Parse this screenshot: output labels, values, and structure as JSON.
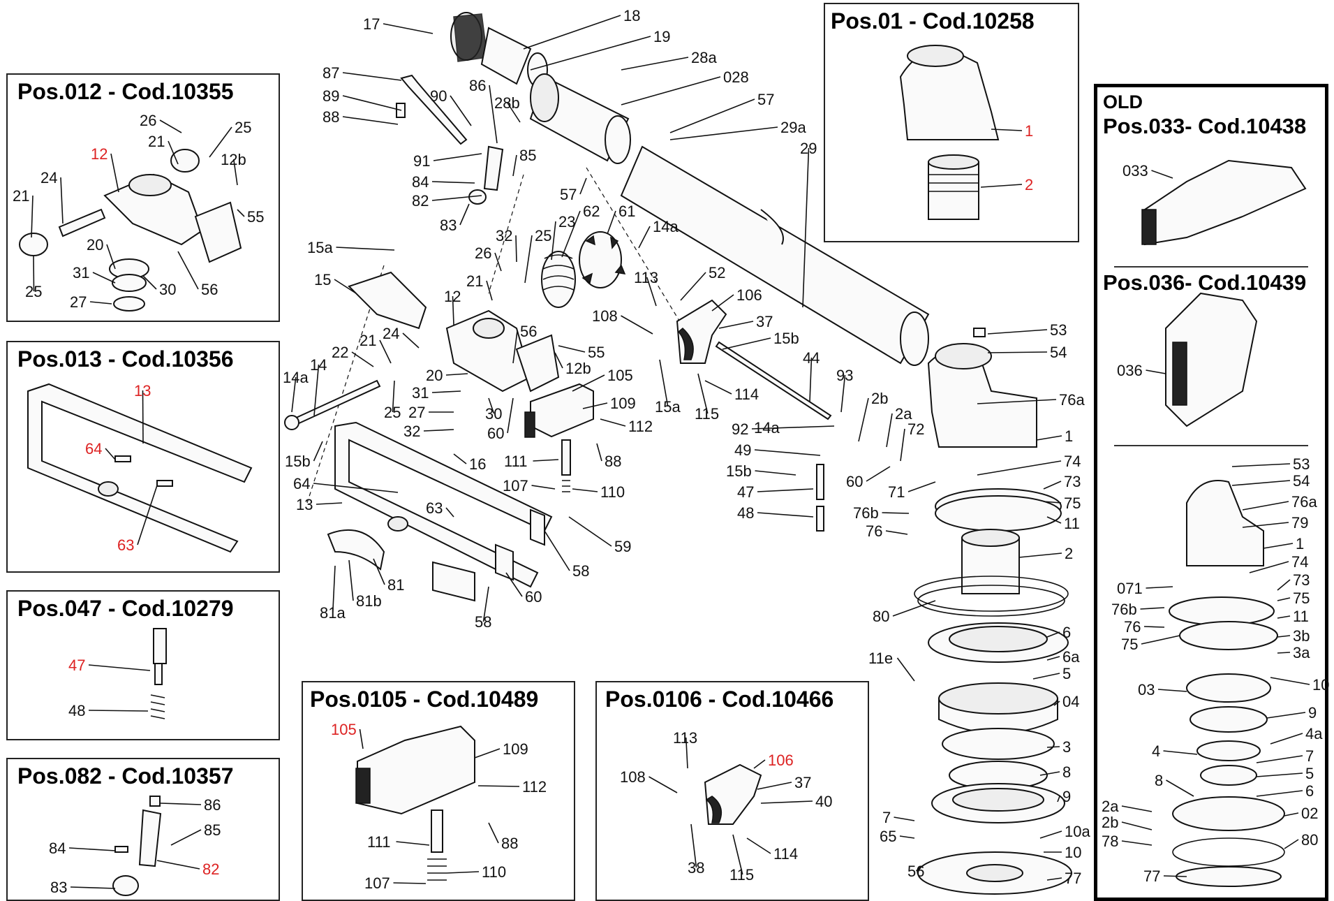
{
  "boxes": {
    "pos01": "Pos.01 - Cod.10258",
    "pos012": "Pos.012 - Cod.10355",
    "pos013": "Pos.013 - Cod.10356",
    "pos047": "Pos.047 - Cod.10279",
    "pos082": "Pos.082 - Cod.10357",
    "pos0105": "Pos.0105 - Cod.10489",
    "pos0106": "Pos.0106 - Cod.10466",
    "old": "OLD",
    "pos033": "Pos.033- Cod.10438",
    "pos036": "Pos.036- Cod.10439"
  },
  "labels": [
    {
      "id": "l17",
      "text": "17",
      "red": false
    },
    {
      "id": "l18",
      "text": "18",
      "red": false
    },
    {
      "id": "l19",
      "text": "19",
      "red": false
    },
    {
      "id": "l28a",
      "text": "28a",
      "red": false
    },
    {
      "id": "l028",
      "text": "028",
      "red": false
    },
    {
      "id": "l57a",
      "text": "57",
      "red": false
    },
    {
      "id": "l29a",
      "text": "29a",
      "red": false
    },
    {
      "id": "l29",
      "text": "29",
      "red": false
    },
    {
      "id": "l87",
      "text": "87",
      "red": false
    },
    {
      "id": "l89",
      "text": "89",
      "red": false
    },
    {
      "id": "l88a",
      "text": "88",
      "red": false
    },
    {
      "id": "l90",
      "text": "90",
      "red": false
    },
    {
      "id": "l86a",
      "text": "86",
      "red": false
    },
    {
      "id": "l28b",
      "text": "28b",
      "red": false
    },
    {
      "id": "l91",
      "text": "91",
      "red": false
    },
    {
      "id": "l85a",
      "text": "85",
      "red": false
    },
    {
      "id": "l84a",
      "text": "84",
      "red": false
    },
    {
      "id": "l82a",
      "text": "82",
      "red": false
    },
    {
      "id": "l83a",
      "text": "83",
      "red": false
    },
    {
      "id": "l57b",
      "text": "57",
      "red": false
    },
    {
      "id": "l62",
      "text": "62",
      "red": false
    },
    {
      "id": "l61",
      "text": "61",
      "red": false
    },
    {
      "id": "l23",
      "text": "23",
      "red": false
    },
    {
      "id": "l32a",
      "text": "32",
      "red": false
    },
    {
      "id": "l25a",
      "text": "25",
      "red": false
    },
    {
      "id": "l26a",
      "text": "26",
      "red": false
    },
    {
      "id": "l14a1",
      "text": "14a",
      "red": false
    },
    {
      "id": "l15a1",
      "text": "15a",
      "red": false
    },
    {
      "id": "l15",
      "text": "15",
      "red": false
    },
    {
      "id": "l21a",
      "text": "21",
      "red": false
    },
    {
      "id": "l12a",
      "text": "12",
      "red": false
    },
    {
      "id": "l56a",
      "text": "56",
      "red": false
    },
    {
      "id": "l55a",
      "text": "55",
      "red": false
    },
    {
      "id": "l12b1",
      "text": "12b",
      "red": false
    },
    {
      "id": "l24a",
      "text": "24",
      "red": false
    },
    {
      "id": "l21b",
      "text": "21",
      "red": false
    },
    {
      "id": "l22",
      "text": "22",
      "red": false
    },
    {
      "id": "l14",
      "text": "14",
      "red": false
    },
    {
      "id": "l14a2",
      "text": "14a",
      "red": false
    },
    {
      "id": "l25b",
      "text": "25",
      "red": false
    },
    {
      "id": "l20a",
      "text": "20",
      "red": false
    },
    {
      "id": "l31a",
      "text": "31",
      "red": false
    },
    {
      "id": "l30a",
      "text": "30",
      "red": false
    },
    {
      "id": "l27a",
      "text": "27",
      "red": false
    },
    {
      "id": "l32b",
      "text": "32",
      "red": false
    },
    {
      "id": "l16",
      "text": "16",
      "red": false
    },
    {
      "id": "l60a",
      "text": "60",
      "red": false
    },
    {
      "id": "l15b1",
      "text": "15b",
      "red": false
    },
    {
      "id": "l64a",
      "text": "64",
      "red": false
    },
    {
      "id": "l13a",
      "text": "13",
      "red": false
    },
    {
      "id": "l63a",
      "text": "63",
      "red": false
    },
    {
      "id": "l105a",
      "text": "105",
      "red": false
    },
    {
      "id": "l109a",
      "text": "109",
      "red": false
    },
    {
      "id": "l112a",
      "text": "112",
      "red": false
    },
    {
      "id": "l88b",
      "text": "88",
      "red": false
    },
    {
      "id": "l111a",
      "text": "111",
      "red": false
    },
    {
      "id": "l107a",
      "text": "107",
      "red": false
    },
    {
      "id": "l110a",
      "text": "110",
      "red": false
    },
    {
      "id": "l59",
      "text": "59",
      "red": false
    },
    {
      "id": "l58a",
      "text": "58",
      "red": false
    },
    {
      "id": "l58b",
      "text": "58",
      "red": false
    },
    {
      "id": "l60b",
      "text": "60",
      "red": false
    },
    {
      "id": "l81",
      "text": "81",
      "red": false
    },
    {
      "id": "l81a",
      "text": "81a",
      "red": false
    },
    {
      "id": "l81b",
      "text": "81b",
      "red": false
    },
    {
      "id": "l113a",
      "text": "113",
      "red": false
    },
    {
      "id": "l52",
      "text": "52",
      "red": false
    },
    {
      "id": "l106a",
      "text": "106",
      "red": false
    },
    {
      "id": "l108a",
      "text": "108",
      "red": false
    },
    {
      "id": "l37a",
      "text": "37",
      "red": false
    },
    {
      "id": "l15b2",
      "text": "15b",
      "red": false
    },
    {
      "id": "l15a2",
      "text": "15a",
      "red": false
    },
    {
      "id": "l114a",
      "text": "114",
      "red": false
    },
    {
      "id": "l115a",
      "text": "115",
      "red": false
    },
    {
      "id": "l44",
      "text": "44",
      "red": false
    },
    {
      "id": "l93",
      "text": "93",
      "red": false
    },
    {
      "id": "l92",
      "text": "92",
      "red": false
    },
    {
      "id": "l14a3",
      "text": "14a",
      "red": false
    },
    {
      "id": "l49",
      "text": "49",
      "red": false
    },
    {
      "id": "l15b3",
      "text": "15b",
      "red": false
    },
    {
      "id": "l47a",
      "text": "47",
      "red": false
    },
    {
      "id": "l48a",
      "text": "48",
      "red": false
    },
    {
      "id": "l2b1",
      "text": "2b",
      "red": false
    },
    {
      "id": "l2a1",
      "text": "2a",
      "red": false
    },
    {
      "id": "l72",
      "text": "72",
      "red": false
    },
    {
      "id": "l60c",
      "text": "60",
      "red": false
    },
    {
      "id": "l71",
      "text": "71",
      "red": false
    },
    {
      "id": "l76b1",
      "text": "76b",
      "red": false
    },
    {
      "id": "l76a",
      "text": "76",
      "red": false
    },
    {
      "id": "l53a",
      "text": "53",
      "red": false
    },
    {
      "id": "l54a",
      "text": "54",
      "red": false
    },
    {
      "id": "l76a1",
      "text": "76a",
      "red": false
    },
    {
      "id": "l1a",
      "text": "1",
      "red": false
    },
    {
      "id": "l74a",
      "text": "74",
      "red": false
    },
    {
      "id": "l73a",
      "text": "73",
      "red": false
    },
    {
      "id": "l75a",
      "text": "75",
      "red": false
    },
    {
      "id": "l11a",
      "text": "11",
      "red": false
    },
    {
      "id": "l2c",
      "text": "2",
      "red": false
    },
    {
      "id": "l80a",
      "text": "80",
      "red": false
    },
    {
      "id": "l6a",
      "text": "6",
      "red": false
    },
    {
      "id": "l11e",
      "text": "11e",
      "red": false
    },
    {
      "id": "l6a2",
      "text": "6a",
      "red": false
    },
    {
      "id": "l5a",
      "text": "5",
      "red": false
    },
    {
      "id": "l04",
      "text": "04",
      "red": false
    },
    {
      "id": "l3a",
      "text": "3",
      "red": false
    },
    {
      "id": "l8a",
      "text": "8",
      "red": false
    },
    {
      "id": "l9a",
      "text": "9",
      "red": false
    },
    {
      "id": "l7a",
      "text": "7",
      "red": false
    },
    {
      "id": "l65",
      "text": "65",
      "red": false
    },
    {
      "id": "l56b",
      "text": "56",
      "red": false
    },
    {
      "id": "l10a2",
      "text": "10a",
      "red": false
    },
    {
      "id": "l10a",
      "text": "10",
      "red": false
    },
    {
      "id": "l77a",
      "text": "77",
      "red": false
    },
    {
      "id": "p01_1",
      "text": "1",
      "red": true
    },
    {
      "id": "p01_2",
      "text": "2",
      "red": true
    },
    {
      "id": "p012_26",
      "text": "26",
      "red": false
    },
    {
      "id": "p012_25a",
      "text": "25",
      "red": false
    },
    {
      "id": "p012_21a",
      "text": "21",
      "red": false
    },
    {
      "id": "p012_12",
      "text": "12",
      "red": true
    },
    {
      "id": "p012_12b",
      "text": "12b",
      "red": false
    },
    {
      "id": "p012_24",
      "text": "24",
      "red": false
    },
    {
      "id": "p012_21b",
      "text": "21",
      "red": false
    },
    {
      "id": "p012_55",
      "text": "55",
      "red": false
    },
    {
      "id": "p012_20",
      "text": "20",
      "red": false
    },
    {
      "id": "p012_31",
      "text": "31",
      "red": false
    },
    {
      "id": "p012_30",
      "text": "30",
      "red": false
    },
    {
      "id": "p012_56",
      "text": "56",
      "red": false
    },
    {
      "id": "p012_25b",
      "text": "25",
      "red": false
    },
    {
      "id": "p012_27",
      "text": "27",
      "red": false
    },
    {
      "id": "p013_13",
      "text": "13",
      "red": true
    },
    {
      "id": "p013_64",
      "text": "64",
      "red": true
    },
    {
      "id": "p013_63",
      "text": "63",
      "red": true
    },
    {
      "id": "p047_47",
      "text": "47",
      "red": true
    },
    {
      "id": "p047_48",
      "text": "48",
      "red": false
    },
    {
      "id": "p082_86",
      "text": "86",
      "red": false
    },
    {
      "id": "p082_85",
      "text": "85",
      "red": false
    },
    {
      "id": "p082_84",
      "text": "84",
      "red": false
    },
    {
      "id": "p082_82",
      "text": "82",
      "red": true
    },
    {
      "id": "p082_83",
      "text": "83",
      "red": false
    },
    {
      "id": "p0105_105",
      "text": "105",
      "red": true
    },
    {
      "id": "p0105_109",
      "text": "109",
      "red": false
    },
    {
      "id": "p0105_112",
      "text": "112",
      "red": false
    },
    {
      "id": "p0105_111",
      "text": "111",
      "red": false
    },
    {
      "id": "p0105_88",
      "text": "88",
      "red": false
    },
    {
      "id": "p0105_107",
      "text": "107",
      "red": false
    },
    {
      "id": "p0105_110",
      "text": "110",
      "red": false
    },
    {
      "id": "p0106_113",
      "text": "113",
      "red": false
    },
    {
      "id": "p0106_106",
      "text": "106",
      "red": true
    },
    {
      "id": "p0106_108",
      "text": "108",
      "red": false
    },
    {
      "id": "p0106_37",
      "text": "37",
      "red": false
    },
    {
      "id": "p0106_40",
      "text": "40",
      "red": false
    },
    {
      "id": "p0106_38",
      "text": "38",
      "red": false
    },
    {
      "id": "p0106_114",
      "text": "114",
      "red": false
    },
    {
      "id": "p0106_115",
      "text": "115",
      "red": false
    },
    {
      "id": "o_033",
      "text": "033",
      "red": false
    },
    {
      "id": "o_036",
      "text": "036",
      "red": false
    },
    {
      "id": "o_53",
      "text": "53",
      "red": false
    },
    {
      "id": "o_54",
      "text": "54",
      "red": false
    },
    {
      "id": "o_76a",
      "text": "76a",
      "red": false
    },
    {
      "id": "o_79",
      "text": "79",
      "red": false
    },
    {
      "id": "o_1",
      "text": "1",
      "red": false
    },
    {
      "id": "o_74",
      "text": "74",
      "red": false
    },
    {
      "id": "o_071",
      "text": "071",
      "red": false
    },
    {
      "id": "o_73",
      "text": "73",
      "red": false
    },
    {
      "id": "o_75a",
      "text": "75",
      "red": false
    },
    {
      "id": "o_76b",
      "text": "76b",
      "red": false
    },
    {
      "id": "o_11",
      "text": "11",
      "red": false
    },
    {
      "id": "o_76",
      "text": "76",
      "red": false
    },
    {
      "id": "o_75b",
      "text": "75",
      "red": false
    },
    {
      "id": "o_3b",
      "text": "3b",
      "red": false
    },
    {
      "id": "o_3a",
      "text": "3a",
      "red": false
    },
    {
      "id": "o_03",
      "text": "03",
      "red": false
    },
    {
      "id": "o_10",
      "text": "10",
      "red": false
    },
    {
      "id": "o_9",
      "text": "9",
      "red": false
    },
    {
      "id": "o_4a",
      "text": "4a",
      "red": false
    },
    {
      "id": "o_4",
      "text": "4",
      "red": false
    },
    {
      "id": "o_7",
      "text": "7",
      "red": false
    },
    {
      "id": "o_5",
      "text": "5",
      "red": false
    },
    {
      "id": "o_8",
      "text": "8",
      "red": false
    },
    {
      "id": "o_6",
      "text": "6",
      "red": false
    },
    {
      "id": "o_2a",
      "text": "2a",
      "red": false
    },
    {
      "id": "o_02",
      "text": "02",
      "red": false
    },
    {
      "id": "o_2b",
      "text": "2b",
      "red": false
    },
    {
      "id": "o_78",
      "text": "78",
      "red": false
    },
    {
      "id": "o_80",
      "text": "80",
      "red": false
    },
    {
      "id": "o_77",
      "text": "77",
      "red": false
    }
  ]
}
